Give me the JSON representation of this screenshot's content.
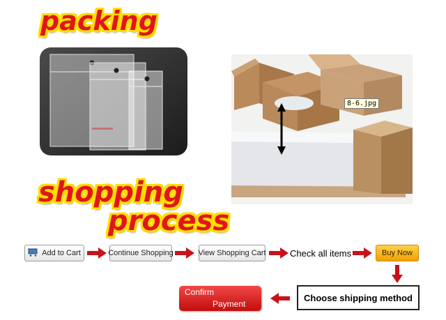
{
  "headings": {
    "packing": "packing",
    "shopping": "shopping",
    "process": "process"
  },
  "photos": {
    "image_filename_tooltip": "8-6.jpg"
  },
  "process_steps": {
    "add_to_cart": "Add to Cart",
    "continue_shopping": "Continue Shopping",
    "view_shopping_cart": "View Shopping Cart",
    "check_all_items": "Check all items",
    "buy_now": "Buy Now",
    "choose_shipping_method": "Choose shipping method",
    "confirm_line1": "Confirm",
    "confirm_line2": "Payment"
  },
  "colors": {
    "title_red": "#e0161b",
    "title_outline": "#ffdd00",
    "arrow_red": "#c8121b",
    "buy_now_orange": "#f0a000",
    "confirm_red": "#d11414"
  },
  "icons": {
    "cart": "shopping-cart-icon",
    "arrow": "right-arrow-icon"
  }
}
